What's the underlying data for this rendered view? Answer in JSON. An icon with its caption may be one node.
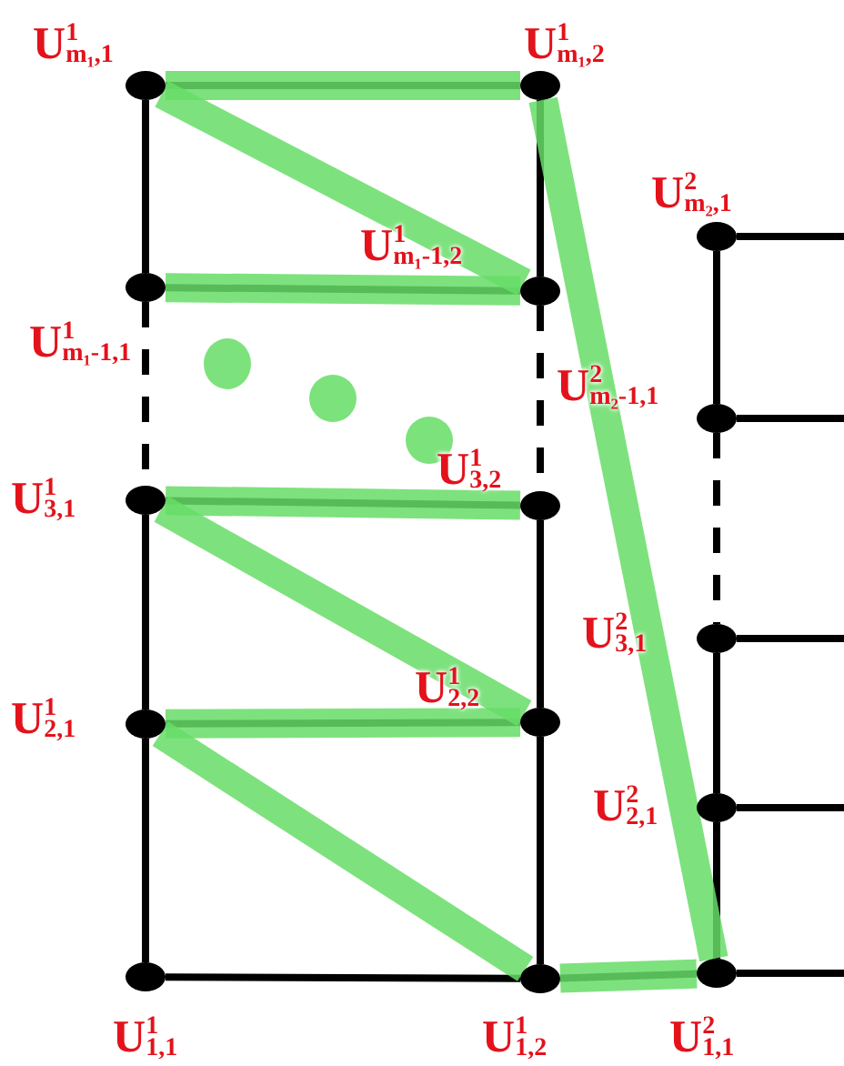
{
  "diagram": {
    "nodes": [
      {
        "text": [],
        "shape": "circle",
        "beside": [
          "U$^{1}$$_{m₁,1}$"
        ]
      },
      {
        "text": [],
        "shape": "circle",
        "beside": [
          "U$^{1}$$_{m₁,2}$"
        ]
      },
      {
        "text": [],
        "shape": "circle",
        "beside": [
          "U$^{2}$$_{m₂,1}$"
        ]
      },
      {
        "text": [],
        "shape": "circle",
        "beside": [
          "U$^{1}$$_{m₁-1,1}$"
        ]
      },
      {
        "text": [],
        "shape": "circle",
        "beside": [
          "U$^{1}$$_{m₁-1,2}$"
        ]
      },
      {
        "text": [],
        "shape": "circle",
        "beside": [
          "U$^{2}$$_{m₂-1,1}$"
        ]
      },
      {
        "text": [],
        "shape": "circle",
        "beside": [
          "U$^{1}$$_{3,1}$"
        ]
      },
      {
        "text": [],
        "shape": "circle",
        "beside": [
          "U$^{1}$$_{3,2}$"
        ]
      },
      {
        "text": [],
        "shape": "circle",
        "beside": [
          "U$^{2}$$_{3,1}$"
        ]
      },
      {
        "text": [],
        "shape": "circle",
        "beside": [
          "U$^{1}$$_{2,1}$"
        ]
      },
      {
        "text": [],
        "shape": "circle",
        "beside": [
          "U$^{1}$$_{2,2}$"
        ]
      },
      {
        "text": [],
        "shape": "circle",
        "beside": [
          "U$^{2}$$_{2,1}$"
        ]
      },
      {
        "text": [],
        "shape": "circle",
        "beside": [
          "U$^{1}$$_{1,1}$"
        ]
      },
      {
        "text": [],
        "shape": "circle",
        "beside": [
          "U$^{1}$$_{1,2}$"
        ]
      },
      {
        "text": [],
        "shape": "circle",
        "beside": [
          "U$^{2}$$_{1,1}$"
        ]
      }
    ],
    "edges": [
      {
        "from": 0,
        "to": 1,
        "arrow": "none"
      },
      {
        "from": 0,
        "to": 3,
        "arrow": "none"
      },
      {
        "from": 1,
        "to": 4,
        "arrow": "none"
      },
      {
        "from": 3,
        "to": 4,
        "arrow": "none"
      },
      {
        "from": 3,
        "to": 6,
        "arrow": "none",
        "style": "dashed"
      },
      {
        "from": 4,
        "to": 7,
        "arrow": "none",
        "style": "dashed"
      },
      {
        "from": 6,
        "to": 7,
        "arrow": "none"
      },
      {
        "from": 6,
        "to": 9,
        "arrow": "none"
      },
      {
        "from": 7,
        "to": 10,
        "arrow": "none"
      },
      {
        "from": 9,
        "to": 10,
        "arrow": "none"
      },
      {
        "from": 9,
        "to": 12,
        "arrow": "none"
      },
      {
        "from": 10,
        "to": 13,
        "arrow": "none"
      },
      {
        "from": 12,
        "to": 13,
        "arrow": "none"
      },
      {
        "from": 13,
        "to": 14,
        "arrow": "none"
      },
      {
        "from": 2,
        "to": 5,
        "arrow": "none"
      },
      {
        "from": 5,
        "to": 8,
        "arrow": "none",
        "style": "dashed"
      },
      {
        "from": 8,
        "to": 11,
        "arrow": "none"
      },
      {
        "from": 11,
        "to": 14,
        "arrow": "none"
      },
      {
        "from": 2,
        "to": null,
        "arrow": "none"
      },
      {
        "from": 5,
        "to": null,
        "arrow": "none"
      },
      {
        "from": 8,
        "to": null,
        "arrow": "none"
      },
      {
        "from": 11,
        "to": null,
        "arrow": "none"
      },
      {
        "from": 14,
        "to": null,
        "arrow": "none"
      },
      {
        "from": 0,
        "to": 1,
        "arrow": "none",
        "style": "thick",
        "color": "#66dd66"
      },
      {
        "from": 0,
        "to": 4,
        "arrow": "none",
        "style": "thick",
        "color": "#66dd66"
      },
      {
        "from": 3,
        "to": 4,
        "arrow": "none",
        "style": "thick",
        "color": "#66dd66"
      },
      {
        "from": 6,
        "to": 7,
        "arrow": "none",
        "style": "thick",
        "color": "#66dd66"
      },
      {
        "from": 6,
        "to": 10,
        "arrow": "none",
        "style": "thick",
        "color": "#66dd66"
      },
      {
        "from": 9,
        "to": 10,
        "arrow": "none",
        "style": "thick",
        "color": "#66dd66"
      },
      {
        "from": 9,
        "to": 13,
        "arrow": "none",
        "style": "thick",
        "color": "#66dd66"
      },
      {
        "from": 13,
        "to": 14,
        "arrow": "none",
        "style": "thick",
        "color": "#66dd66"
      },
      {
        "from": 1,
        "to": 14,
        "arrow": "none",
        "style": "thick",
        "color": "#66dd66"
      }
    ]
  }
}
